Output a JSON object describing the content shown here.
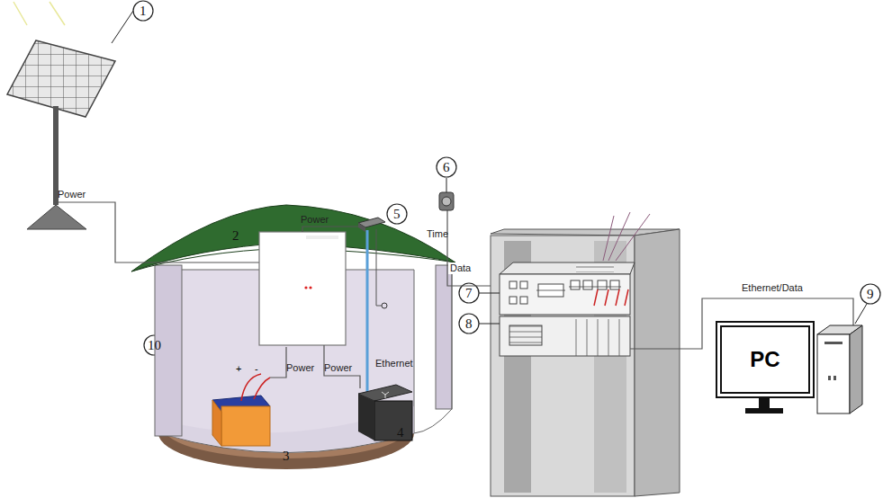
{
  "diagram": {
    "nodes": [
      {
        "text": [
          "PC"
        ]
      }
    ],
    "labels": [
      "1",
      "Power",
      "2",
      "Power",
      "5",
      "6",
      "Time",
      "+",
      "-",
      "Power",
      "Power",
      "Ethernet",
      "Data",
      "7",
      "8",
      "9",
      "Ethernet/Data",
      "10",
      "3",
      "4"
    ]
  }
}
